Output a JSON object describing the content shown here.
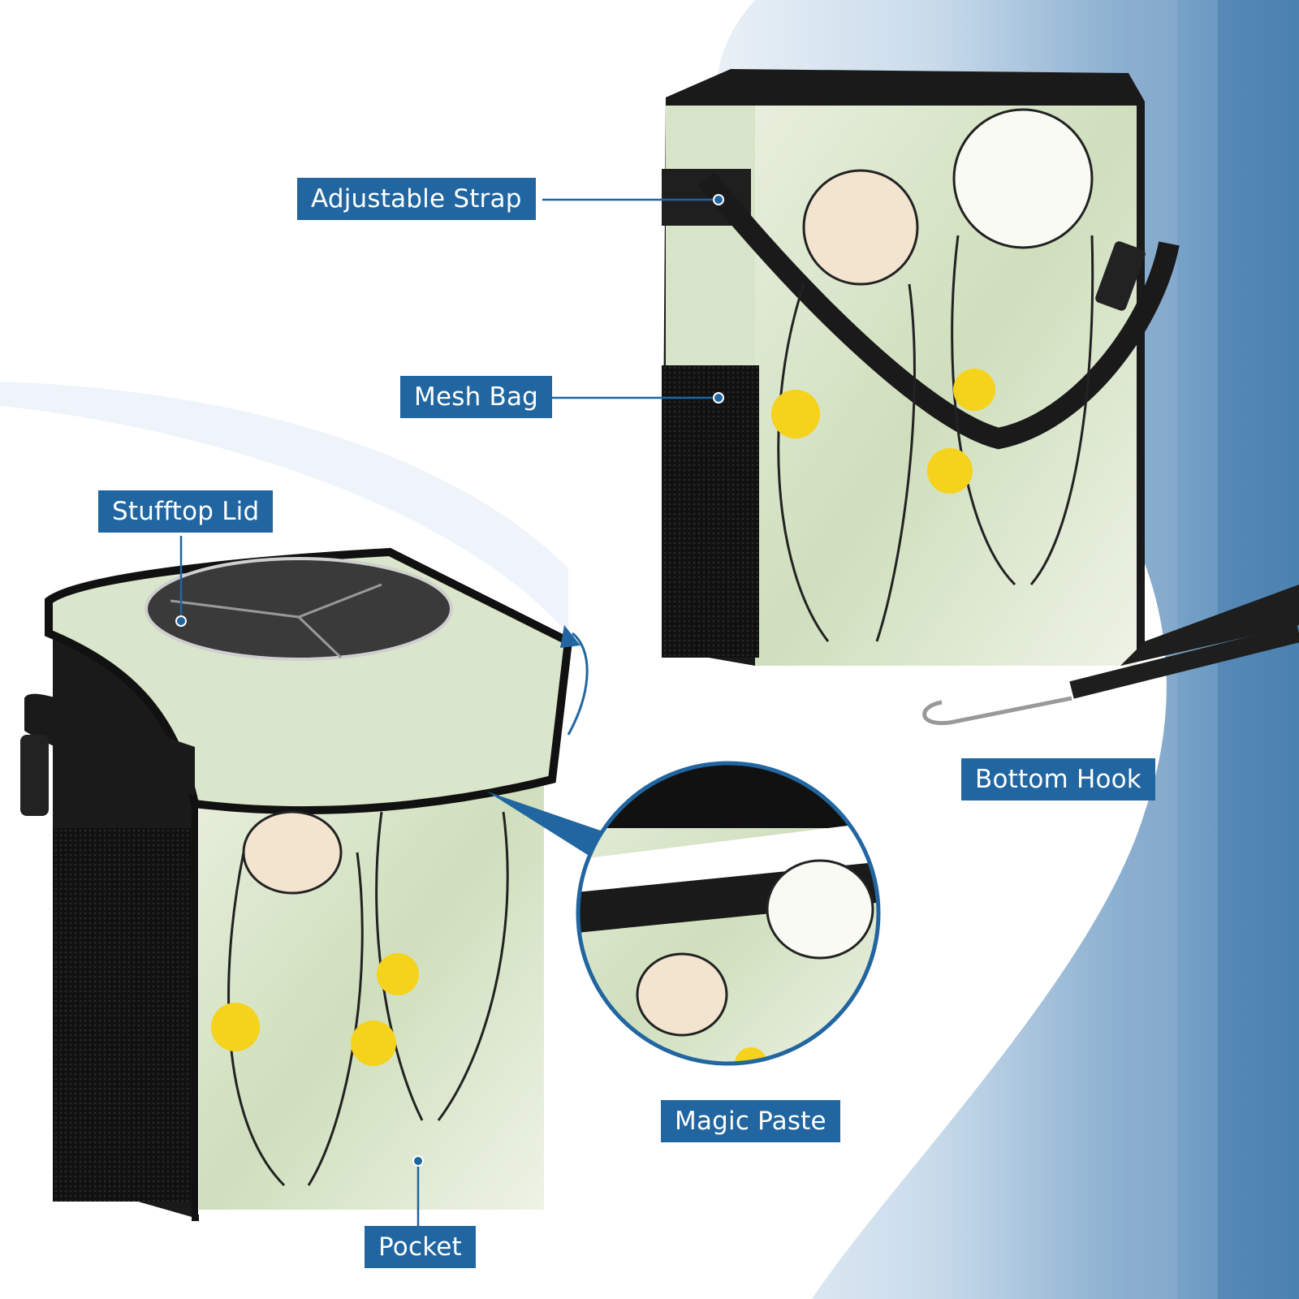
{
  "callouts": {
    "adjustable_strap": "Adjustable Strap",
    "mesh_bag": "Mesh Bag",
    "stufftop_lid": "Stufftop Lid",
    "bottom_hook": "Bottom Hook",
    "magic_paste": "Magic Paste",
    "pocket": "Pocket"
  },
  "colors": {
    "label_bg": "#2166a0",
    "label_text": "#ffffff",
    "bag_print": "#d6e3c6",
    "trim": "#1a1a1a",
    "duck": "#f5d21c"
  }
}
